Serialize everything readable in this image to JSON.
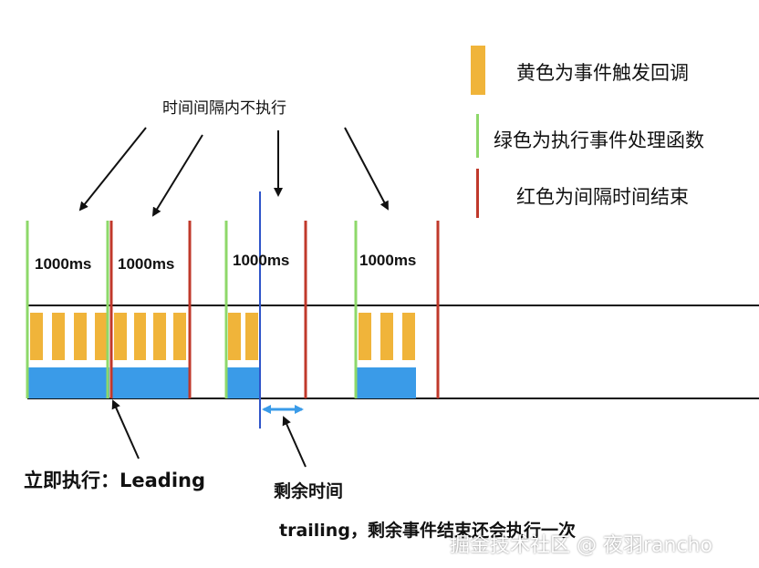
{
  "colors": {
    "callback": "#f0b43a",
    "handler_green": "#8ed86a",
    "end_red": "#c0392b",
    "exec_blue": "#3a9be8",
    "cut_line": "#2f55c9",
    "trailing_arrow": "#3a9be8"
  },
  "annotations": {
    "top_label": "时间间隔内不执行",
    "immediate_label": "立即执行：Leading",
    "remaining_label": "剩余时间",
    "trailing_label": "trailing，剩余事件结束还会执行一次"
  },
  "legend": [
    {
      "swatch": "callback",
      "text": "黄色为事件触发回调"
    },
    {
      "swatch": "handler_green",
      "text": "绿色为执行事件处理函数"
    },
    {
      "swatch": "end_red",
      "text": "红色为间隔时间结束"
    }
  ],
  "intervals": [
    {
      "label": "1000ms"
    },
    {
      "label": "1000ms"
    },
    {
      "label": "1000ms"
    },
    {
      "label": "1000ms"
    }
  ],
  "watermark": "掘金技术社区 @ 夜羽rancho"
}
